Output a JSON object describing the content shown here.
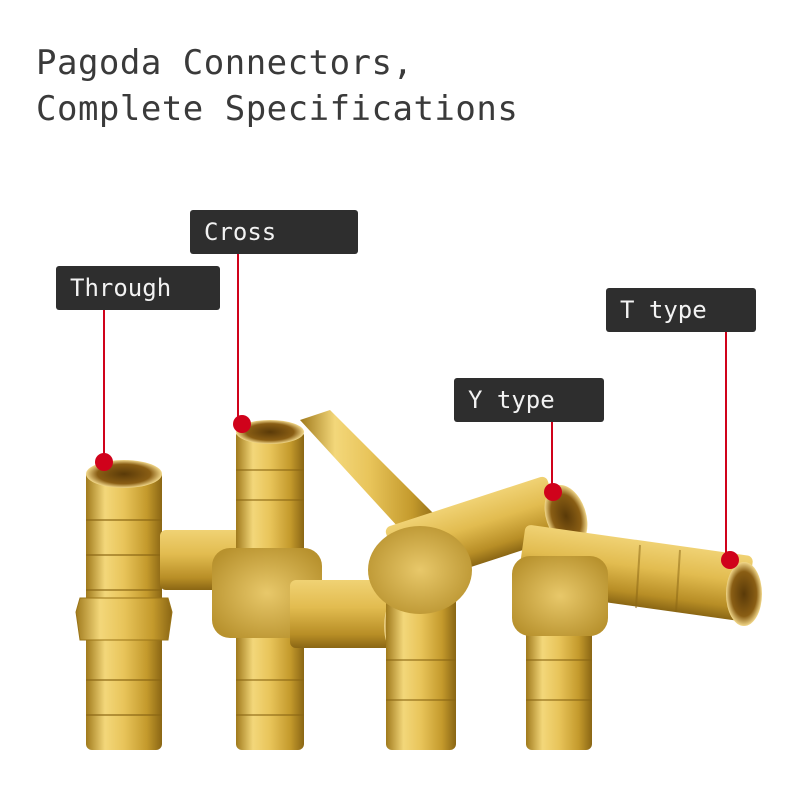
{
  "title": {
    "line1": "Pagoda Connectors,",
    "line2": "Complete Specifications"
  },
  "labels": {
    "through": "Through",
    "cross": "Cross",
    "y_type": "Y type",
    "t_type": "T type"
  },
  "colors": {
    "label_bg": "#2e2e2e",
    "label_text": "#f2f2f2",
    "pointer": "#d0021b",
    "brass": "#d9b34a",
    "title_text": "#3a3a3a"
  }
}
